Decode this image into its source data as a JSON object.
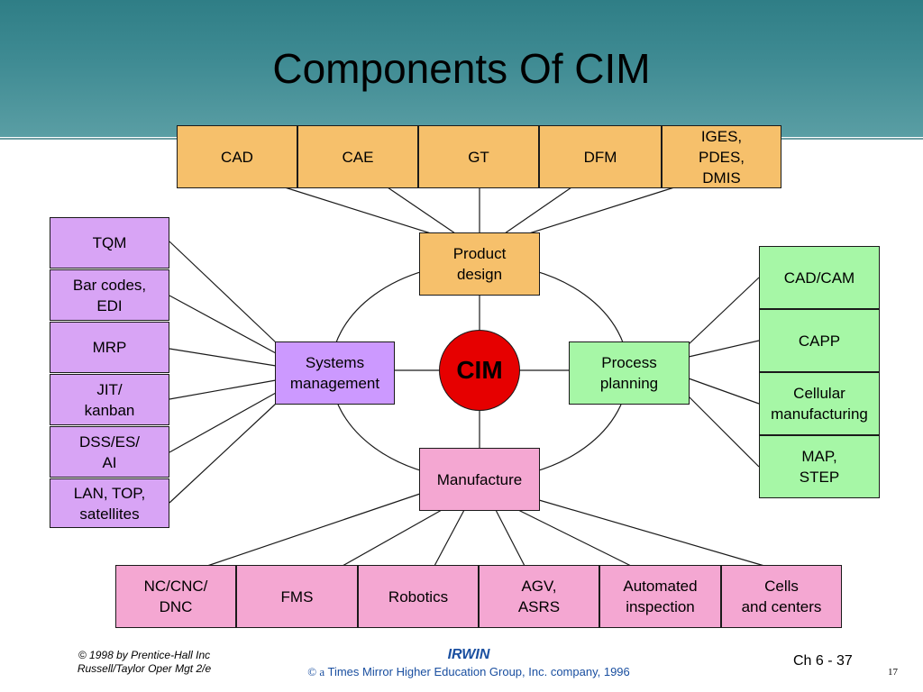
{
  "title": "Components Of CIM",
  "center": "CIM",
  "hubs": {
    "product_design": "Product\ndesign",
    "systems_management": "Systems\nmanagement",
    "process_planning": "Process\nplanning",
    "manufacture": "Manufacture"
  },
  "top_boxes": [
    "CAD",
    "CAE",
    "GT",
    "DFM",
    "IGES,\nPDES,\nDMIS"
  ],
  "left_boxes": [
    "TQM",
    "Bar codes,\nEDI",
    "MRP",
    "JIT/\nkanban",
    "DSS/ES/\nAI",
    "LAN, TOP,\nsatellites"
  ],
  "right_boxes": [
    "CAD/CAM",
    "CAPP",
    "Cellular\nmanufacturing",
    "MAP,\nSTEP"
  ],
  "bottom_boxes": [
    "NC/CNC/\nDNC",
    "FMS",
    "Robotics",
    "AGV,\nASRS",
    "Automated\ninspection",
    "Cells\nand centers"
  ],
  "footer": {
    "left_line1": "© 1998 by Prentice-Hall Inc",
    "left_line2": "Russell/Taylor  Oper Mgt 2/e",
    "publisher": "IRWIN",
    "copyright_symbol": "© a",
    "copyright_text": " Times Mirror Higher Education Group, Inc. company, 1996",
    "chapter": "Ch 6 - 37",
    "slide_number": "17"
  },
  "colors": {
    "header": "#3f8b93",
    "orange": "#f6c06b",
    "violet": "#d8a4f5",
    "purple": "#cc99ff",
    "green": "#a6f7a6",
    "pink": "#f4a7d2",
    "cim": "#e60000",
    "publisher": "#1a4fa0"
  }
}
